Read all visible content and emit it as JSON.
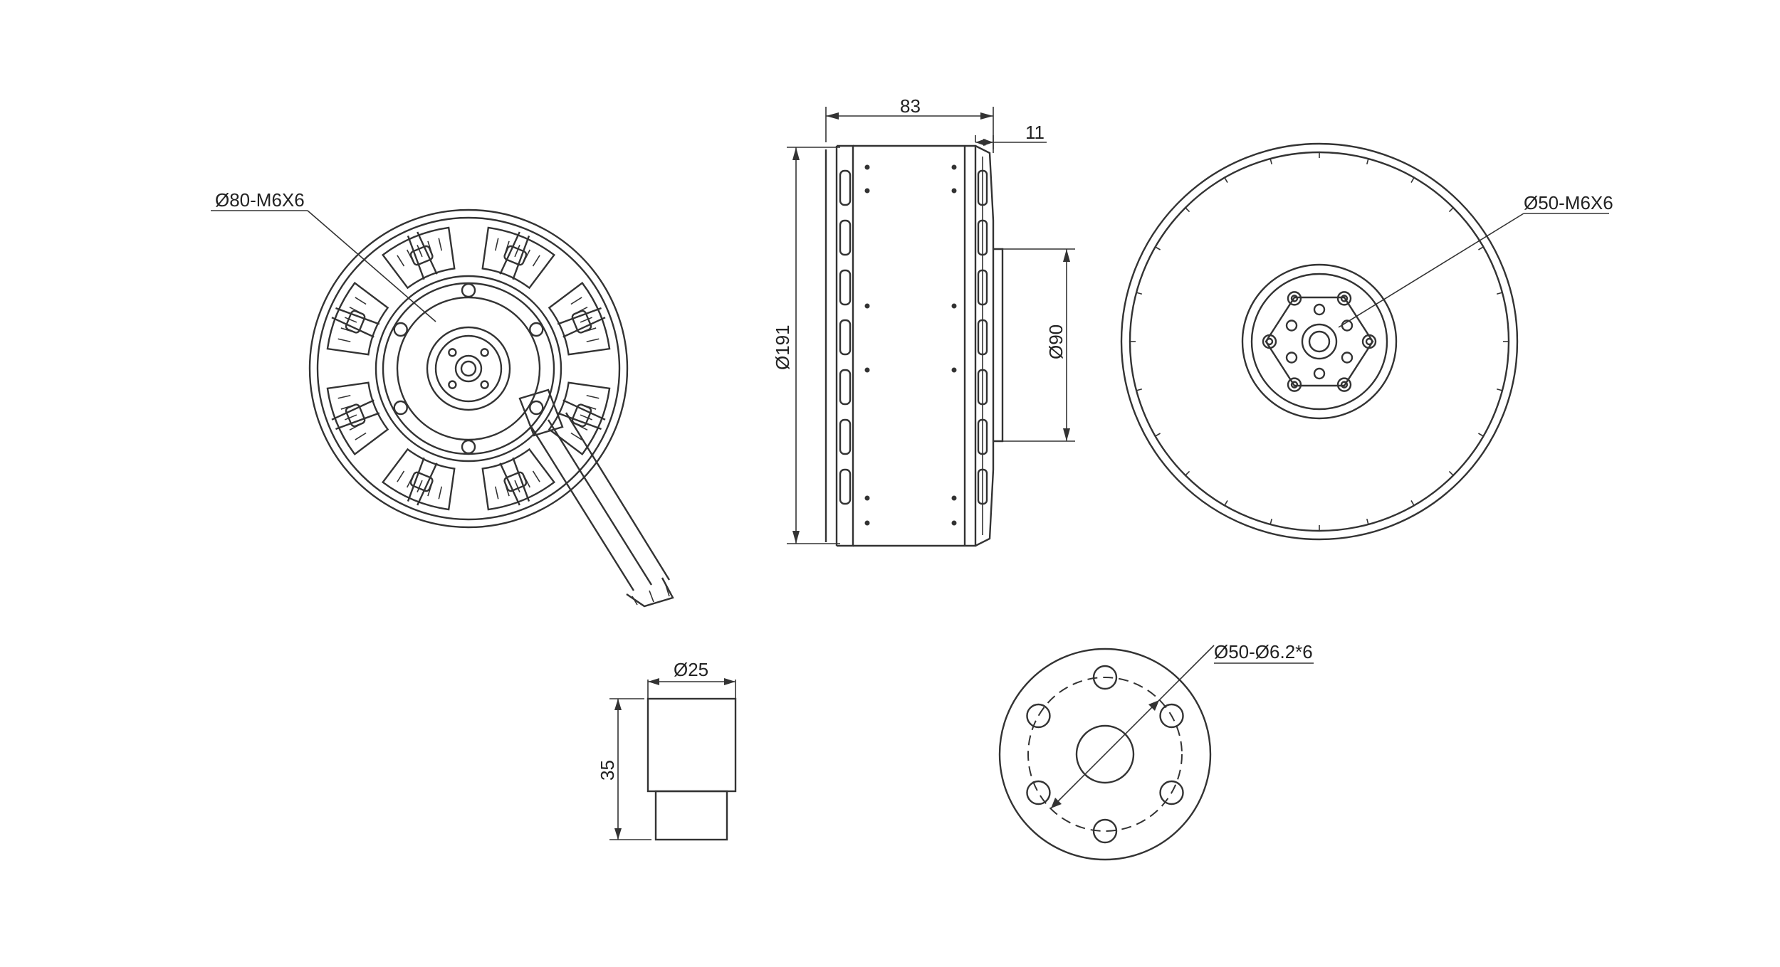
{
  "dimensions": {
    "front_bolt_circle": "Ø80-M6X6",
    "width": "83",
    "flange_thickness": "11",
    "outer_diameter": "Ø191",
    "base_diameter": "Ø90",
    "rear_bolt_circle": "Ø50-M6X6",
    "prop_adapter_diameter": "Ø25",
    "prop_adapter_height": "35",
    "mount_hole_pattern": "Ø50-Ø6.2*6"
  }
}
